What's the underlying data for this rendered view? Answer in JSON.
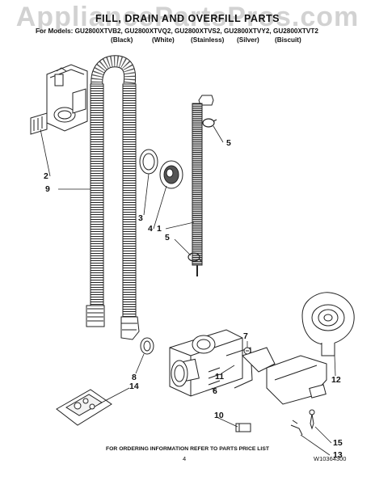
{
  "watermark": "AppliancePartsPros.com",
  "title": "FILL, DRAIN AND OVERFILL PARTS",
  "models_line": "For Models: GU2800XTVB2, GU2800XTVQ2, GU2800XTVS2, GU2800XTVY2, GU2800XTVT2",
  "color_labels": [
    "(Black)",
    "(White)",
    "(Stainless)",
    "(Silver)",
    "(Biscuit)"
  ],
  "callouts": [
    "2",
    "9",
    "3",
    "4",
    "1",
    "5",
    "5",
    "7",
    "11",
    "6",
    "8",
    "14",
    "10",
    "12",
    "15",
    "13"
  ],
  "footer": "FOR ORDERING INFORMATION REFER TO PARTS PRICE LIST",
  "page_number": "4",
  "document_number": "W10364300"
}
